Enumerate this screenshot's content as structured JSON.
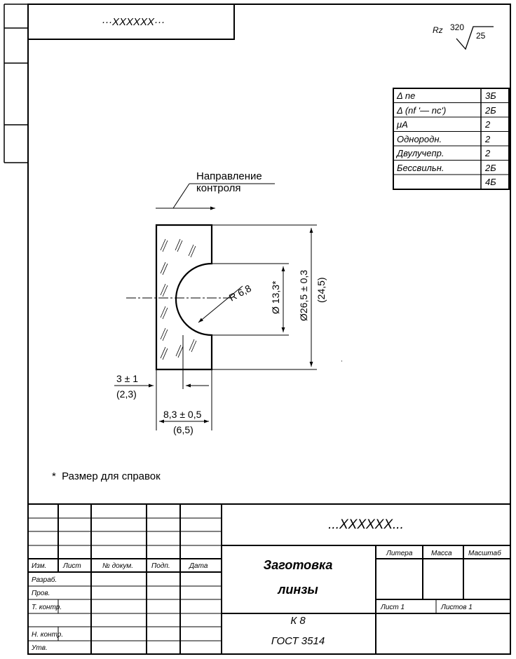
{
  "corner_stamp": {
    "text": "···XXXXXX···"
  },
  "roughness": {
    "prefix": "Rz",
    "value": "320",
    "base": "25"
  },
  "properties_table": [
    {
      "label": "Δ ne",
      "value": "3Б"
    },
    {
      "label": "Δ (nf ʹ— ncʹ)",
      "value": "2Б"
    },
    {
      "label": "μA",
      "value": "2"
    },
    {
      "label": "Однородн.",
      "value": "2"
    },
    {
      "label": "Двулучепр.",
      "value": "2"
    },
    {
      "label": "Бессвильн.",
      "value": "2Б"
    },
    {
      "label": "",
      "value": "4Б"
    }
  ],
  "drawing": {
    "direction_label_1": "Направление",
    "direction_label_2": "контроля",
    "radius": "R 6,8",
    "inner_diameter": "Ø 13,3*",
    "outer_diameter": "Ø26,5 ± 0,3",
    "outer_diameter_ref": "(24,5)",
    "thickness_edge": "3 ± 1",
    "thickness_edge_ref": "(2,3)",
    "thickness_total": "8,3 ± 0,5",
    "thickness_total_ref": "(6,5)"
  },
  "footnote": "*  Размер для справок",
  "title_block": {
    "designation": "...XXXXXX...",
    "headers": {
      "izm": "Изм.",
      "list": "Лист",
      "doc": "№ докум.",
      "sign": "Подп.",
      "date": "Дата"
    },
    "roles": {
      "razrab": "Разраб.",
      "prov": "Пров.",
      "tkontr": "Т. контр.",
      "nkontr": "Н. контр.",
      "utv": "Утв."
    },
    "name_line1": "Заготовка",
    "name_line2": "линзы",
    "litera": "Литера",
    "massa": "Масса",
    "masshtab": "Масштаб",
    "sheet": "Лист 1",
    "sheets": "Листов 1",
    "material_1": "К 8",
    "material_2": "ГОСТ 3514"
  }
}
